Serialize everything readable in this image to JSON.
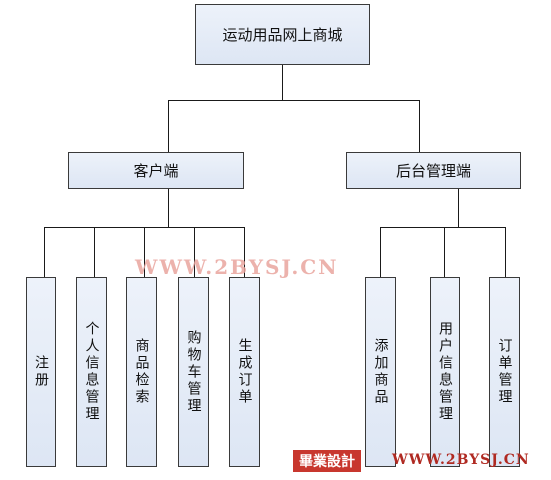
{
  "root": {
    "label": "运动用品网上商城"
  },
  "branches": [
    {
      "label": "客户端",
      "children": [
        "注册",
        "个人信息管理",
        "商品检索",
        "购物车管理",
        "生成订单"
      ]
    },
    {
      "label": "后台管理端",
      "children": [
        "添加商品",
        "用户信息管理",
        "订单管理"
      ]
    }
  ],
  "watermark": {
    "url_text": "WWW.2BYSJ.CN",
    "badge_text": "畢業設計",
    "badge_url": "WWW.2BYSJ.CN"
  },
  "colors": {
    "box_fill": "#e3eaf6",
    "box_border": "#3a3a3a",
    "wire": "#1a1a1a",
    "watermark": "#c8372e"
  }
}
